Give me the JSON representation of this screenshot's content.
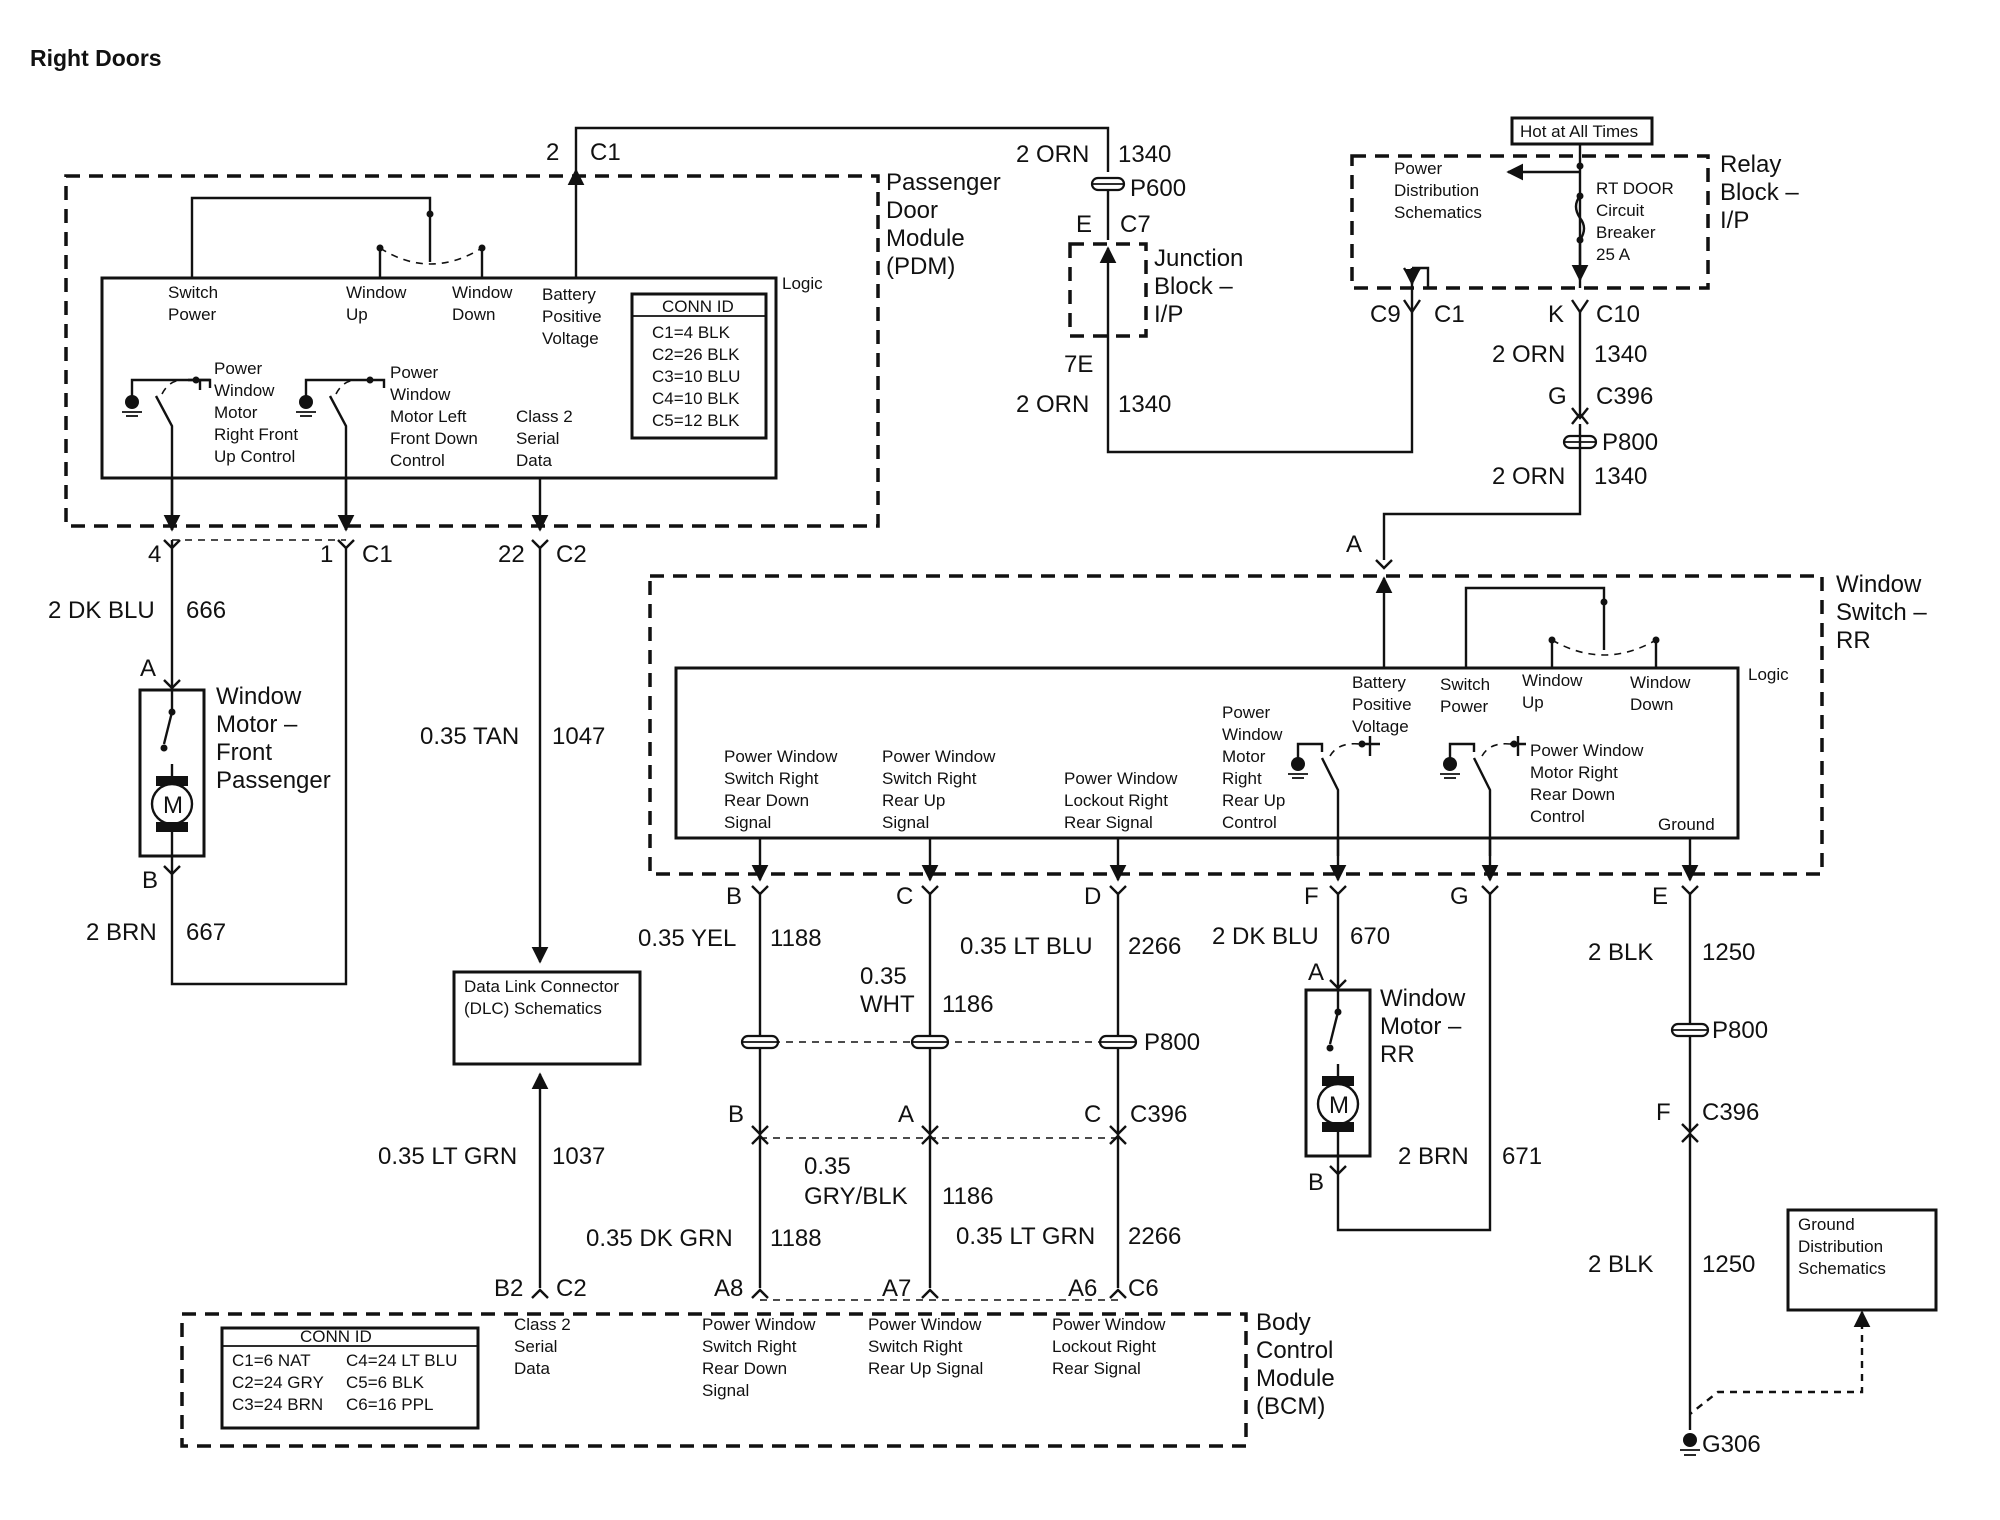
{
  "title": "Right Doors",
  "pdm": {
    "name": [
      "Passenger",
      "Door",
      "Module",
      "(PDM)"
    ],
    "logic": "Logic",
    "pins": {
      "switch_power": [
        "Switch",
        "Power"
      ],
      "window_up": [
        "Window",
        "Up"
      ],
      "window_down": [
        "Window",
        "Down"
      ],
      "battery": [
        "Battery",
        "Positive",
        "Voltage"
      ],
      "motor_up": [
        "Power",
        "Window",
        "Motor",
        "Right Front",
        "Up Control"
      ],
      "motor_down": [
        "Power",
        "Window",
        "Motor Left",
        "Front Down",
        "Control"
      ],
      "class2": [
        "Class 2",
        "Serial",
        "Data"
      ]
    },
    "conn_id": {
      "title": "CONN ID",
      "rows": [
        "C1=4 BLK",
        "C2=26 BLK",
        "C3=10 BLU",
        "C4=10 BLK",
        "C5=12 BLK"
      ]
    },
    "top_pin": "2",
    "top_conn": "C1",
    "pin4": "4",
    "pin1": "1",
    "pin1_conn": "C1",
    "pin22": "22",
    "pin22_conn": "C2"
  },
  "feed": {
    "w1_gauge": "2 ORN",
    "w1_circuit": "1340",
    "splice_top": "P600",
    "jb_pin_top": "E",
    "jb_conn_top": "C7",
    "junction_block": [
      "Junction",
      "Block –",
      "I/P"
    ],
    "jb_pin_bottom": "7E",
    "w2_gauge": "2 ORN",
    "w2_circuit": "1340"
  },
  "relay_block": {
    "hot_label": "Hot at All Times",
    "pds": [
      "Power",
      "Distribution",
      "Schematics"
    ],
    "breaker": [
      "RT DOOR",
      "Circuit",
      "Breaker",
      "25 A"
    ],
    "name": [
      "Relay",
      "Block –",
      "I/P"
    ],
    "c9": "C9",
    "c1": "C1",
    "k": "K",
    "c10": "C10"
  },
  "rr_feed": {
    "w1_gauge": "2 ORN",
    "w1_circuit": "1340",
    "g": "G",
    "c396": "C396",
    "splice": "P800",
    "w2_gauge": "2 ORN",
    "w2_circuit": "1340",
    "a": "A"
  },
  "front_motor": {
    "w_top_gauge": "2 DK BLU",
    "w_top_circuit": "666",
    "pin_a": "A",
    "name": [
      "Window",
      "Motor –",
      "Front",
      "Passenger"
    ],
    "motor_glyph": "M",
    "pin_b": "B",
    "w_bot_gauge": "2 BRN",
    "w_bot_circuit": "667"
  },
  "class2_wire": {
    "gauge": "0.35 TAN",
    "circuit": "1047",
    "dlc": [
      "Data Link Connector",
      "(DLC) Schematics"
    ],
    "gauge2": "0.35 LT GRN",
    "circuit2": "1037"
  },
  "window_switch": {
    "name": [
      "Window",
      "Switch –",
      "RR"
    ],
    "logic": "Logic",
    "pins": {
      "rear_down_signal": [
        "Power Window",
        "Switch Right",
        "Rear Down",
        "Signal"
      ],
      "rear_up_signal": [
        "Power Window",
        "Switch Right",
        "Rear Up",
        "Signal"
      ],
      "lockout": [
        "Power Window",
        "Lockout Right",
        "Rear Signal"
      ],
      "motor_up": [
        "Power",
        "Window",
        "Motor",
        "Right",
        "Rear Up",
        "Control"
      ],
      "battery": [
        "Battery",
        "Positive",
        "Voltage"
      ],
      "switch_power": [
        "Switch",
        "Power"
      ],
      "window_up": [
        "Window",
        "Up"
      ],
      "window_down": [
        "Window",
        "Down"
      ],
      "motor_down": [
        "Power Window",
        "Motor Right",
        "Rear Down",
        "Control"
      ],
      "ground": "Ground"
    },
    "pin_b": "B",
    "pin_c": "C",
    "pin_d": "D",
    "pin_f": "F",
    "pin_g": "G",
    "pin_e": "E"
  },
  "rr_wires": {
    "b_gauge": "0.35 YEL",
    "b_circuit": "1188",
    "c_gauge": [
      "0.35",
      "WHT"
    ],
    "c_circuit": "1186",
    "d_gauge": "0.35 LT BLU",
    "d_circuit": "2266",
    "splice": "P800",
    "c396_b": "B",
    "c396_a": "A",
    "c396_c": "C",
    "c396": "C396",
    "b2_gauge": "0.35 DK GRN",
    "b2_circuit": "1188",
    "c2_gauge": [
      "0.35",
      "GRY/BLK"
    ],
    "c2_circuit": "1186",
    "d2_gauge": "0.35 LT GRN",
    "d2_circuit": "2266"
  },
  "rr_motor": {
    "w_top_gauge": "2 DK BLU",
    "w_top_circuit": "670",
    "pin_a": "A",
    "name": [
      "Window",
      "Motor –",
      "RR"
    ],
    "motor_glyph": "M",
    "pin_b": "B",
    "w_bot_gauge": "2 BRN",
    "w_bot_circuit": "671"
  },
  "ground": {
    "w1_gauge": "2 BLK",
    "w1_circuit": "1250",
    "splice": "P800",
    "f": "F",
    "c396": "C396",
    "w2_gauge": "2 BLK",
    "w2_circuit": "1250",
    "gds": [
      "Ground",
      "Distribution",
      "Schematics"
    ],
    "g306": "G306"
  },
  "bcm": {
    "name": [
      "Body",
      "Control",
      "Module",
      "(BCM)"
    ],
    "b2": "B2",
    "c2": "C2",
    "a8": "A8",
    "a7": "A7",
    "a6": "A6",
    "c6": "C6",
    "pins": {
      "class2": [
        "Class 2",
        "Serial",
        "Data"
      ],
      "rear_down": [
        "Power Window",
        "Switch Right",
        "Rear Down",
        "Signal"
      ],
      "rear_up": [
        "Power Window",
        "Switch Right",
        "Rear Up Signal"
      ],
      "lockout": [
        "Power Window",
        "Lockout Right",
        "Rear Signal"
      ]
    },
    "conn_id": {
      "title": "CONN ID",
      "rows_left": [
        "C1=6 NAT",
        "C2=24 GRY",
        "C3=24 BRN"
      ],
      "rows_right": [
        "C4=24 LT BLU",
        "C5=6 BLK",
        "C6=16 PPL"
      ]
    }
  }
}
